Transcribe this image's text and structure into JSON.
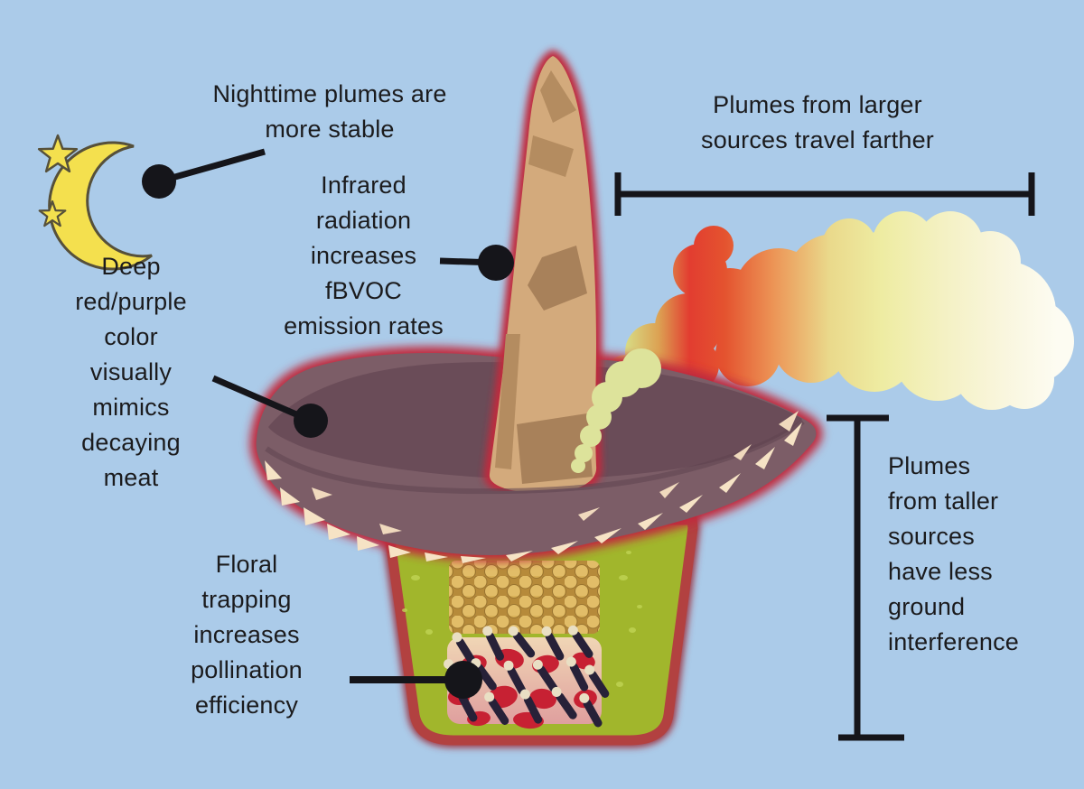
{
  "annotations": {
    "nighttime": {
      "text": "Nighttime plumes are\nmore stable"
    },
    "infrared": {
      "text": "Infrared\nradiation\nincreases\nfBVOC\nemission rates"
    },
    "larger_sources": {
      "text": "Plumes from larger\nsources travel farther"
    },
    "deep_red": {
      "text": "Deep\nred/purple\ncolor\nvisually\nmimics\ndecaying\nmeat"
    },
    "floral_trapping": {
      "text": "Floral\ntrapping\nincreases\npollination\nefficiency"
    },
    "taller_sources": {
      "text": "Plumes\nfrom taller\nsources\nhave less\nground\ninterference"
    }
  },
  "icons": {
    "moon": "crescent-moon-icon",
    "star": "star-icon",
    "callout_dot": "callout-dot-icon"
  },
  "colors": {
    "sky": "#abcbe9",
    "text": "#1b1b1d",
    "line_black": "#15151a",
    "moon_yellow": "#f4e04e",
    "moon_outline": "#56503a",
    "glow_red": "#c02c3e",
    "spathe_mauve": "#7c5d67",
    "spathe_dark": "#6a4c58",
    "spathe_valley": "#5f4450",
    "fringe_cream": "#f6e3c5",
    "spadix_tan": "#d3aa7c",
    "spadix_shadow": "#b48c60",
    "pot_green": "#a1b62c",
    "pot_border": "#b24140",
    "pollen_bg": "#b68a3a",
    "pollen_gold": "#e2bd68",
    "flower_bg_top": "#f0d6b5",
    "flower_bg_bottom": "#df9f9e",
    "flower_red": "#c72133",
    "spike_navy": "#272138",
    "stigma_cream": "#e9dfc4",
    "plume_stops": [
      "#cbd67d",
      "#d8dc85",
      "#dca253",
      "#e23d30",
      "#e4532f",
      "#ec9355",
      "#ead98b",
      "#eeeca2",
      "#f4f1c3",
      "#f9f6de",
      "#fdfcf2"
    ]
  }
}
